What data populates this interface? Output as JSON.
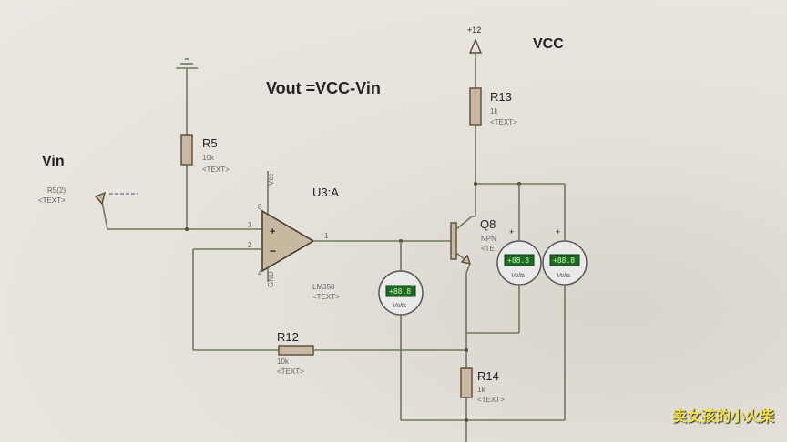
{
  "diagram": {
    "equation": "Vout =VCC-Vin",
    "vcc_label": "VCC",
    "supply_label": "+12",
    "vin_label": "Vin",
    "vin_probe": {
      "name": "R5(2)",
      "text": "<TEXT>"
    },
    "opamp": {
      "ref": "U3:A",
      "part": "LM358",
      "text": "<TEXT>",
      "pin_inp": "3",
      "pin_inn": "2",
      "pin_out": "1",
      "pin_vcc": "8",
      "pin_gnd": "4",
      "vcc_pin_label": "Vcc",
      "gnd_pin_label": "GND"
    },
    "r5": {
      "ref": "R5",
      "value": "10k",
      "text": "<TEXT>"
    },
    "r12": {
      "ref": "R12",
      "value": "10k",
      "text": "<TEXT>"
    },
    "r13": {
      "ref": "R13",
      "value": "1k",
      "text": "<TEXT>"
    },
    "r14": {
      "ref": "R14",
      "value": "1k",
      "text": "<TEXT>"
    },
    "q8": {
      "ref": "Q8",
      "type": "NPN",
      "text": "<TE"
    },
    "meters": [
      {
        "reading": "+88.8",
        "unit": "Volts"
      },
      {
        "reading": "+88.8",
        "unit": "Volts"
      },
      {
        "reading": "+88.8",
        "unit": "Volts"
      }
    ],
    "plus_sign": "+",
    "minus_sign": "−"
  },
  "watermark": "卖女孩的小火柴"
}
